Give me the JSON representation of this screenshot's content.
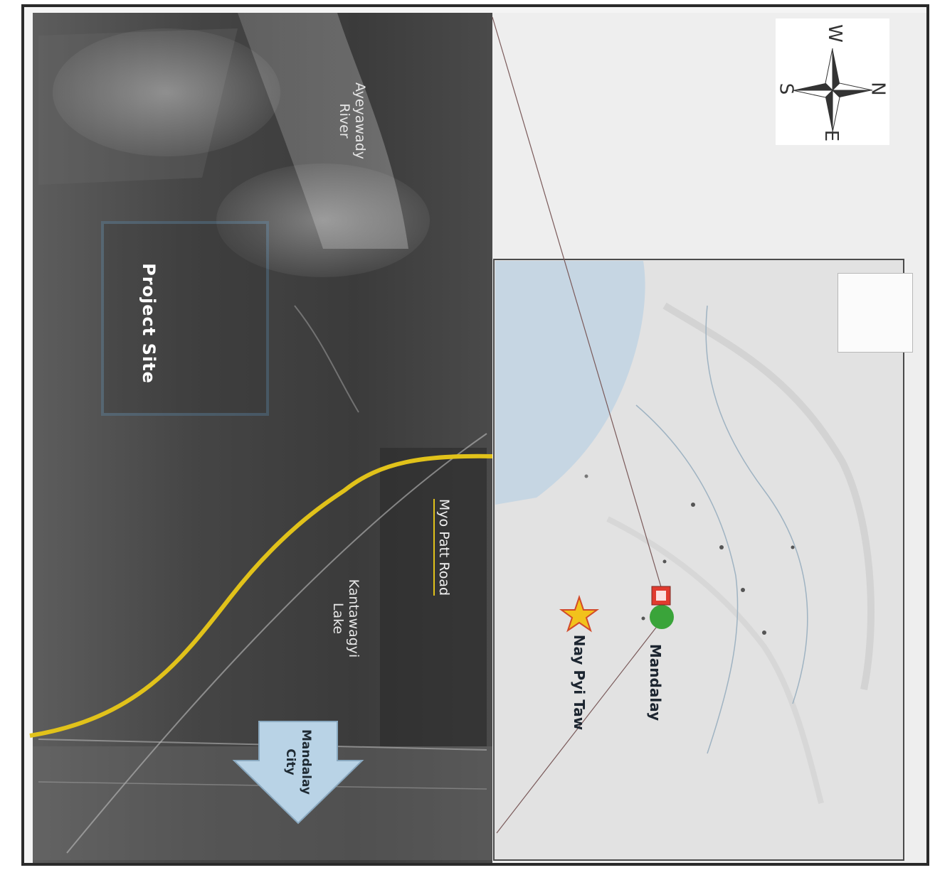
{
  "satellite": {
    "river_label": "Ayeyawady\nRiver",
    "site_label": "Project Site",
    "road_label": "Myo Patt Road",
    "lake_label": "Kantawagyi\nLake",
    "arrow_label": "Mandalay\nCity"
  },
  "regional": {
    "city_label": "Mandalay",
    "capital_label": "Nay Pyi Taw"
  },
  "compass": {
    "north": "N",
    "south": "S",
    "east": "E",
    "west": "W"
  },
  "colors": {
    "road": "#e1c21a",
    "site_box": "#5f9fd0",
    "arrow": "#b9d3e6",
    "water": "#c6d6e3",
    "marker_green": "#3aa43a",
    "marker_red": "#e03b2f",
    "star": "#f2c21b"
  },
  "icons": {
    "compass": "compass-rose-icon",
    "star": "star-icon",
    "pin": "map-pin-icon"
  }
}
